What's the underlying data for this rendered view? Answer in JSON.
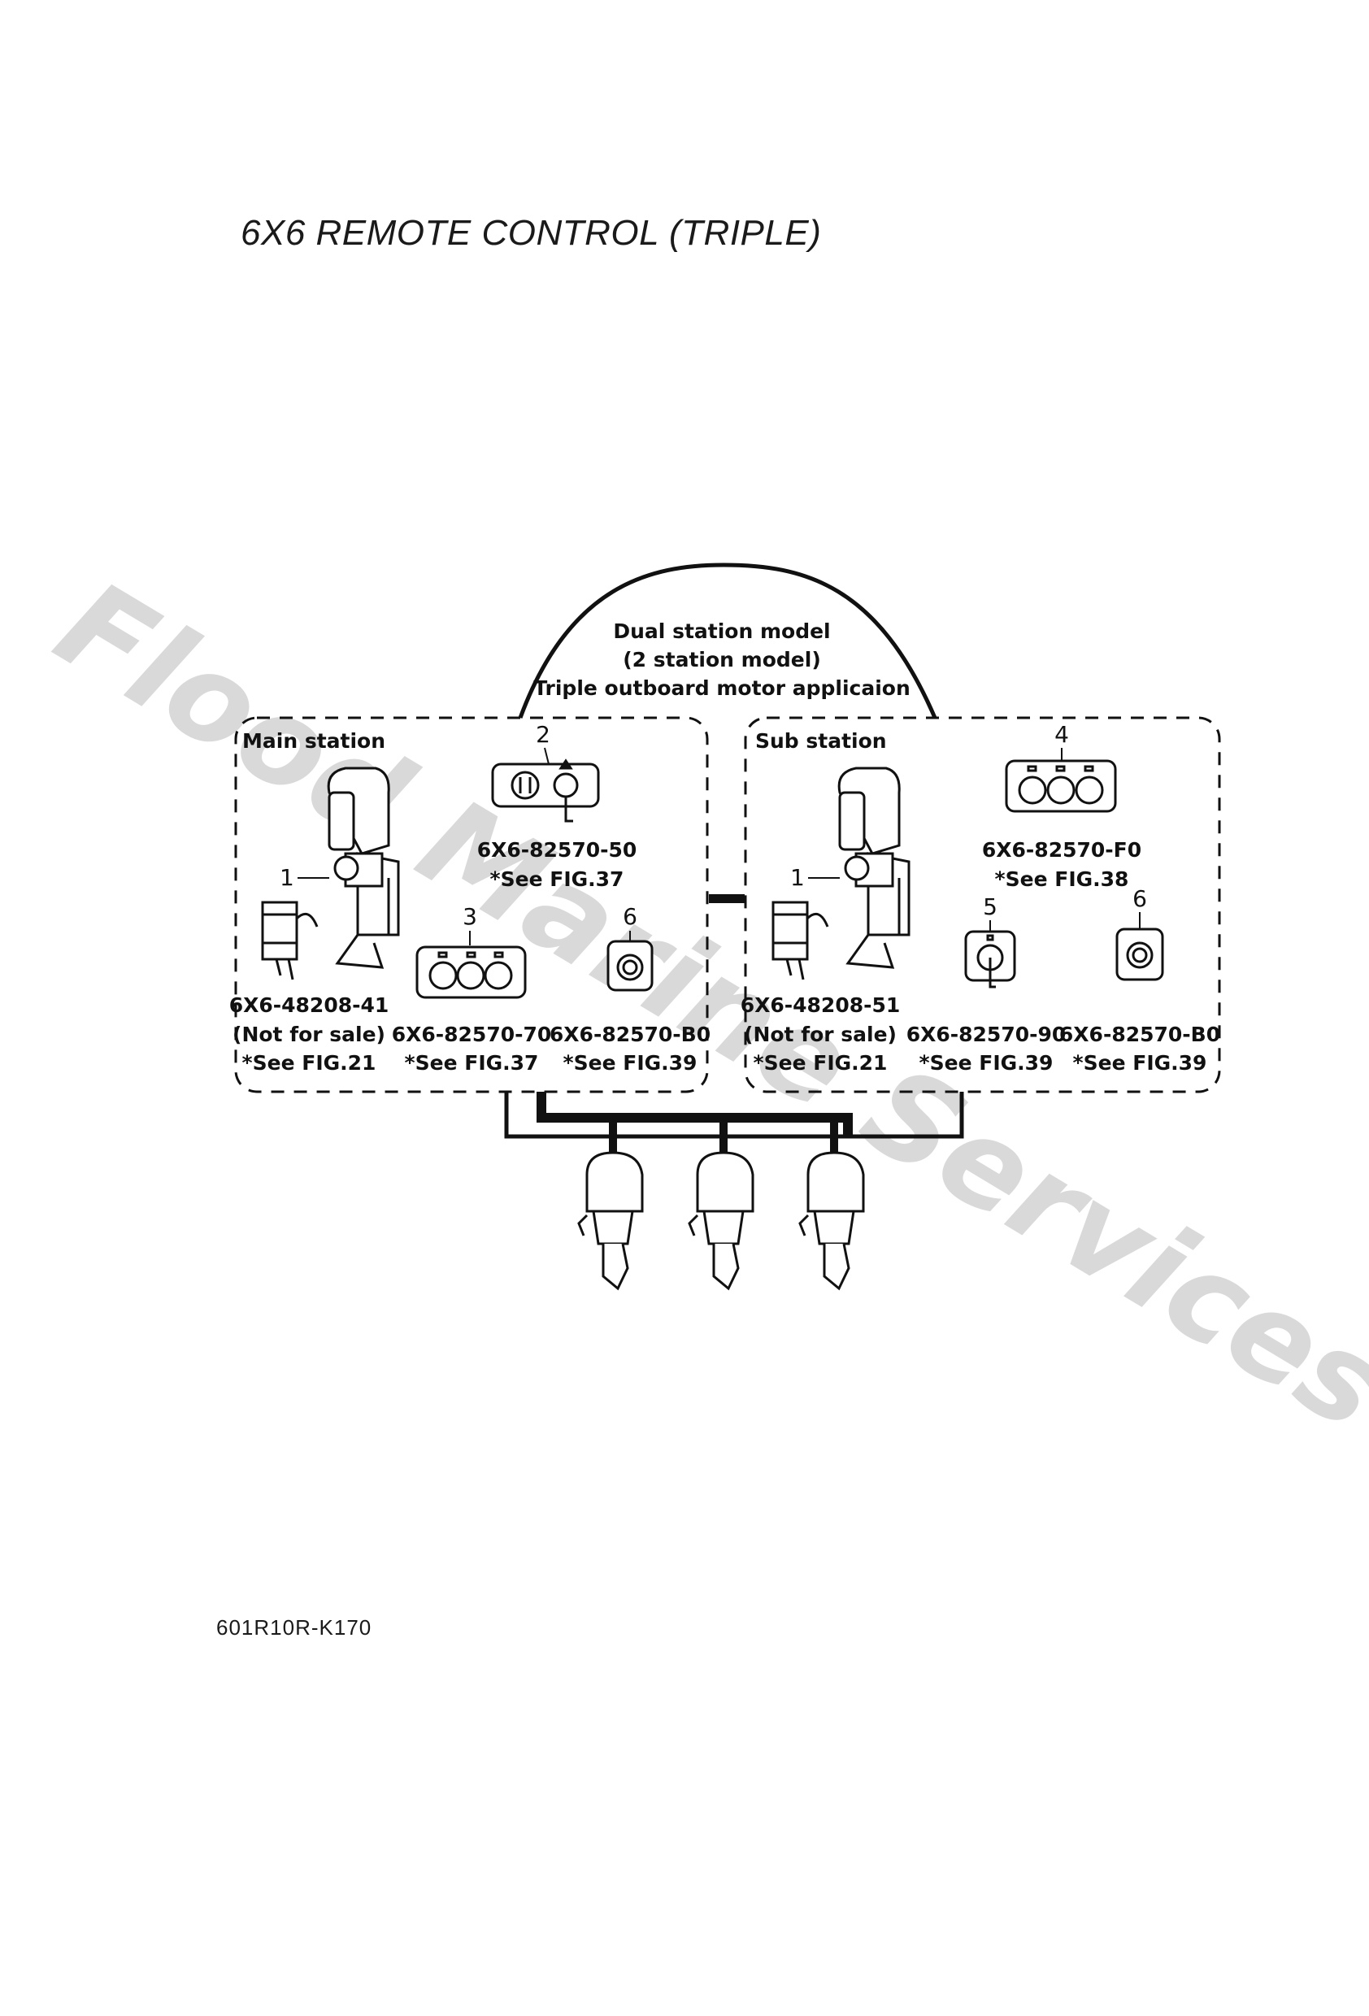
{
  "title": "6X6 REMOTE CONTROL (TRIPLE)",
  "figure_code": "601R10R-K170",
  "watermark": "Flood Marine Services",
  "banner": {
    "line1": "Dual station model",
    "line2": "(2 station model)",
    "line3": "Triple outboard motor applicaion"
  },
  "main_station": {
    "label": "Main station",
    "items": [
      {
        "num": "1",
        "part": "6X6-48208-41",
        "note": "(Not for sale)",
        "ref": "*See FIG.21",
        "icon": "remote-control-box-icon"
      },
      {
        "num": "2",
        "part": "6X6-82570-50",
        "ref": "*See FIG.37",
        "icon": "key-switch-panel-icon"
      },
      {
        "num": "3",
        "part": "6X6-82570-70",
        "ref": "*See FIG.37",
        "icon": "triple-switch-panel-icon"
      },
      {
        "num": "6",
        "part": "6X6-82570-B0",
        "ref": "*See FIG.39",
        "icon": "single-switch-panel-icon"
      }
    ]
  },
  "sub_station": {
    "label": "Sub station",
    "items": [
      {
        "num": "1",
        "part": "6X6-48208-51",
        "note": "(Not for sale)",
        "ref": "*See FIG.21",
        "icon": "remote-control-box-icon"
      },
      {
        "num": "4",
        "part": "6X6-82570-F0",
        "ref": "*See FIG.38",
        "icon": "triple-switch-panel-icon"
      },
      {
        "num": "5",
        "part": "6X6-82570-90",
        "ref": "*See FIG.39",
        "icon": "key-switch-icon"
      },
      {
        "num": "6",
        "part": "6X6-82570-B0",
        "ref": "*See FIG.39",
        "icon": "single-switch-panel-icon"
      }
    ]
  },
  "motors": [
    "outboard-motor-icon",
    "outboard-motor-icon",
    "outboard-motor-icon"
  ]
}
